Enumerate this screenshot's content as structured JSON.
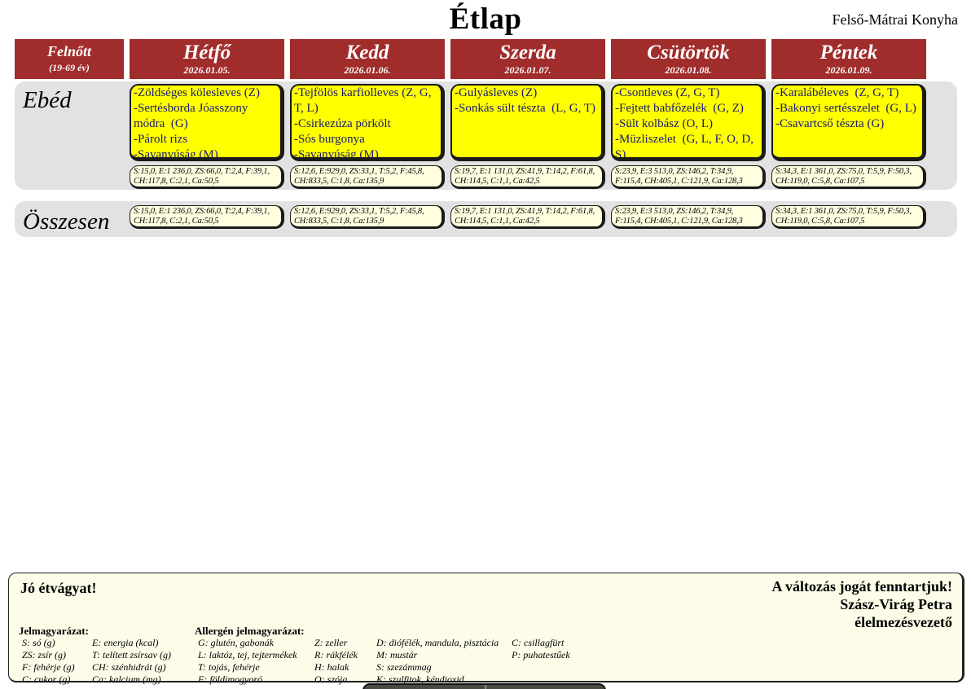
{
  "page": {
    "title": "Étlap",
    "kitchen": "Felső-Mátrai Konyha"
  },
  "header": {
    "age_group": "Felnőtt",
    "age_range": "(19-69 év)",
    "days": [
      {
        "name": "Hétfő",
        "date": "2026.01.05."
      },
      {
        "name": "Kedd",
        "date": "2026.01.06."
      },
      {
        "name": "Szerda",
        "date": "2026.01.07."
      },
      {
        "name": "Csütörtök",
        "date": "2026.01.08."
      },
      {
        "name": "Péntek",
        "date": "2026.01.09."
      }
    ]
  },
  "meal_row_label": "Ebéd",
  "total_row_label": "Összesen",
  "menus": [
    {
      "items": [
        "-Zöldséges kölesleves (Z)",
        "-Sertésborda Jóasszony módra  (G)",
        "-Párolt rizs",
        "-Savanyúság (M)"
      ],
      "nutrition": "S:15,0, E:1 236,0, ZS:66,0, T:2,4, F:39,1, CH:117,8, C:2,1, Ca:50,5"
    },
    {
      "items": [
        "-Tejfölös karfiolleves (Z, G, T, L)",
        "-Csirkezúza pörkölt",
        "-Sós burgonya",
        "-Savanyúság (M)"
      ],
      "nutrition": "S:12,6, E:929,0, ZS:33,1, T:5,2, F:45,8, CH:833,5, C:1,8, Ca:135,9"
    },
    {
      "items": [
        "-Gulyásleves (Z)",
        "-Sonkás sült tészta  (L, G, T)"
      ],
      "nutrition": "S:19,7, E:1 131,0, ZS:41,9, T:14,2, F:61,8, CH:114,5, C:1,1, Ca:42,5"
    },
    {
      "items": [
        "-Csontleves (Z, G, T)",
        "-Fejtett babfőzelék  (G, Z)",
        "-Sült kolbász (O, L)",
        "-Müzliszelet  (G, L, F, O, D, S)"
      ],
      "nutrition": "S:23,9, E:3 513,0, ZS:146,2, T:34,9, F:115,4, CH:405,1, C:121,9, Ca:128,3"
    },
    {
      "items": [
        "-Karalábéleves  (Z, G, T)",
        "-Bakonyi sertésszelet  (G, L)",
        "-Csavartcső tészta (G)"
      ],
      "nutrition": "S:34,3, E:1 361,0, ZS:75,0, T:5,9, F:50,3, CH:119,0, C:5,8, Ca:107,5"
    }
  ],
  "totals": [
    "S:15,0, E:1 236,0, ZS:66,0, T:2,4, F:39,1, CH:117,8, C:2,1, Ca:50,5",
    "S:12,6, E:929,0, ZS:33,1, T:5,2, F:45,8, CH:833,5, C:1,8, Ca:135,9",
    "S:19,7, E:1 131,0, ZS:41,9, T:14,2, F:61,8, CH:114,5, C:1,1, Ca:42,5",
    "S:23,9, E:3 513,0, ZS:146,2, T:34,9, F:115,4, CH:405,1, C:121,9, Ca:128,3",
    "S:34,3, E:1 361,0, ZS:75,0, T:5,9, F:50,3, CH:119,0, C:5,8, Ca:107,5"
  ],
  "footer": {
    "greeting": "Jó étvágyat!",
    "notice": "A változás jogát fenntartjuk!",
    "signature_name": "Szász-Virág Petra",
    "signature_title": "élelmezésvezető",
    "legend_title": "Jelmagyarázat:",
    "legend_col1": [
      "S: só (g)",
      "ZS: zsír (g)",
      "F: fehérje (g)",
      "C: cukor (g)"
    ],
    "legend_col2": [
      "E: energia (kcal)",
      "T: telített zsírsav (g)",
      "CH: szénhidrát (g)",
      "Ca: kalcium (mg)"
    ],
    "allergen_title": "Allergén jelmagyarázat:",
    "allergen_col1": [
      "G: glutén, gabonák",
      "L: laktóz, tej, tejtermékek",
      "T: tojás, fehérje",
      "F: földimogyoró"
    ],
    "allergen_col2": [
      "Z: zeller",
      "R: rákfélék",
      "H: halak",
      "O: szója"
    ],
    "allergen_col3": [
      "D: diófélék, mandula, pisztácia",
      "M: mustár",
      "S: szezámmag",
      "K: szulfitok, kéndioxid"
    ],
    "allergen_col4": [
      "C: csillagfürt",
      "P: puhatestűek"
    ]
  },
  "colors": {
    "header_red": "#A02C2B",
    "menu_yellow": "#FFFF00",
    "nutrition_cream": "#FFFFE0",
    "row_gray": "#E2E2E2",
    "footer_cream": "#FCFCE8",
    "menu_text": "#191970"
  }
}
